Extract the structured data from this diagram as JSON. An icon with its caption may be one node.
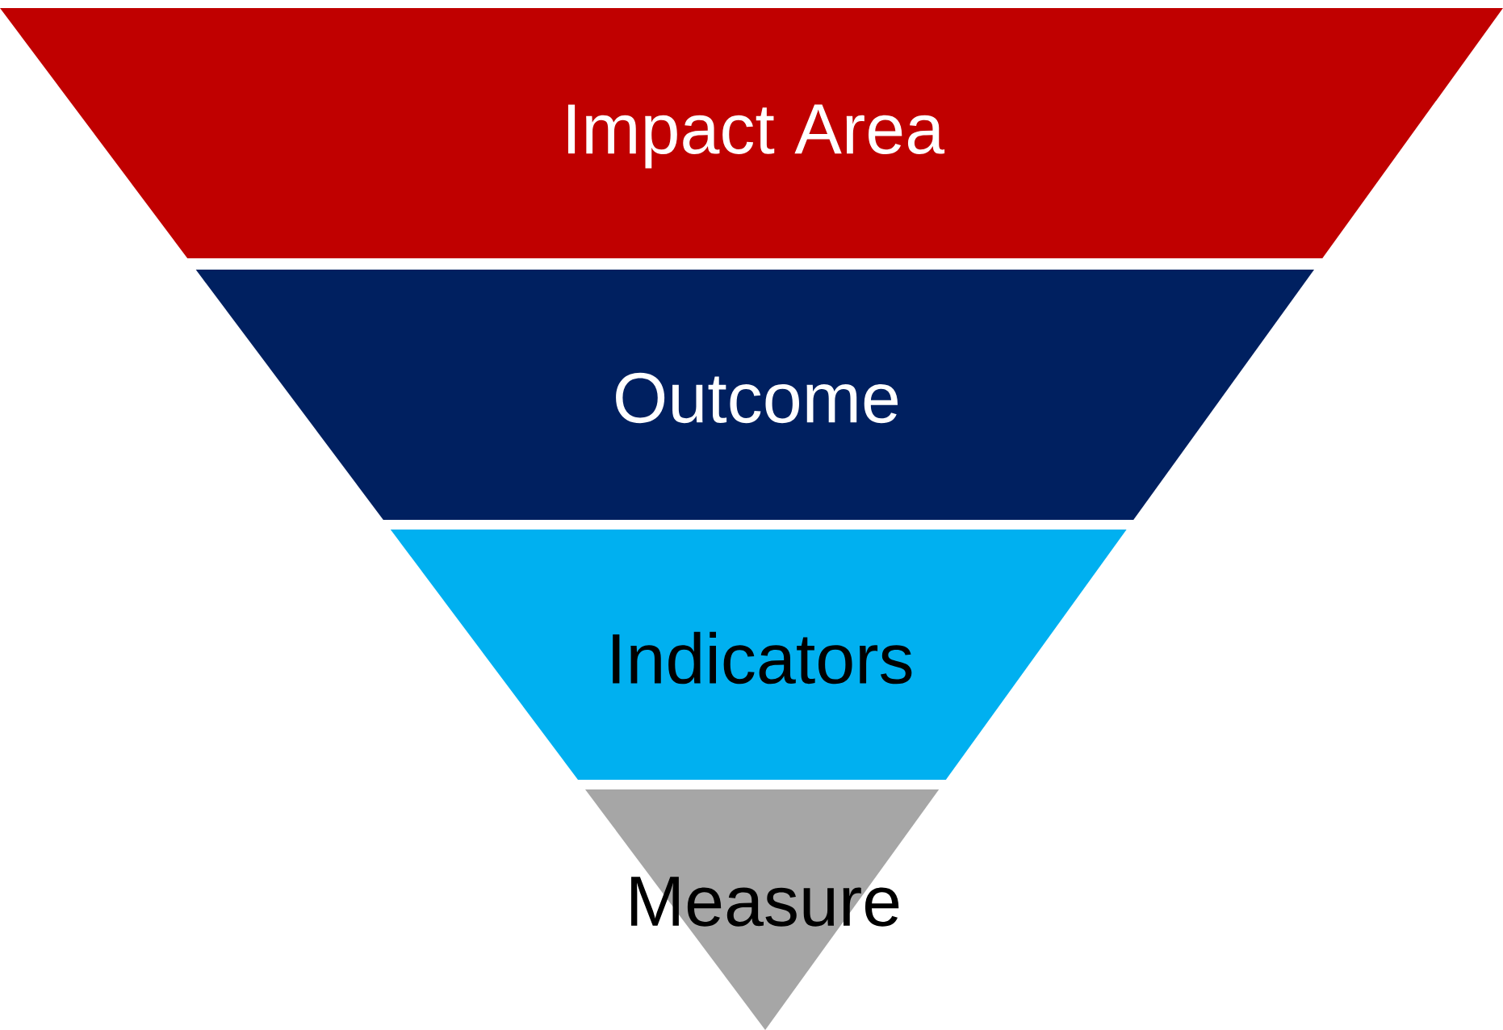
{
  "diagram": {
    "nodes": [
      {
        "text": [
          "Impact Area"
        ]
      },
      {
        "text": [
          "Outcome"
        ]
      },
      {
        "text": [
          "Indicators"
        ]
      },
      {
        "text": [
          "Measure"
        ]
      }
    ]
  }
}
